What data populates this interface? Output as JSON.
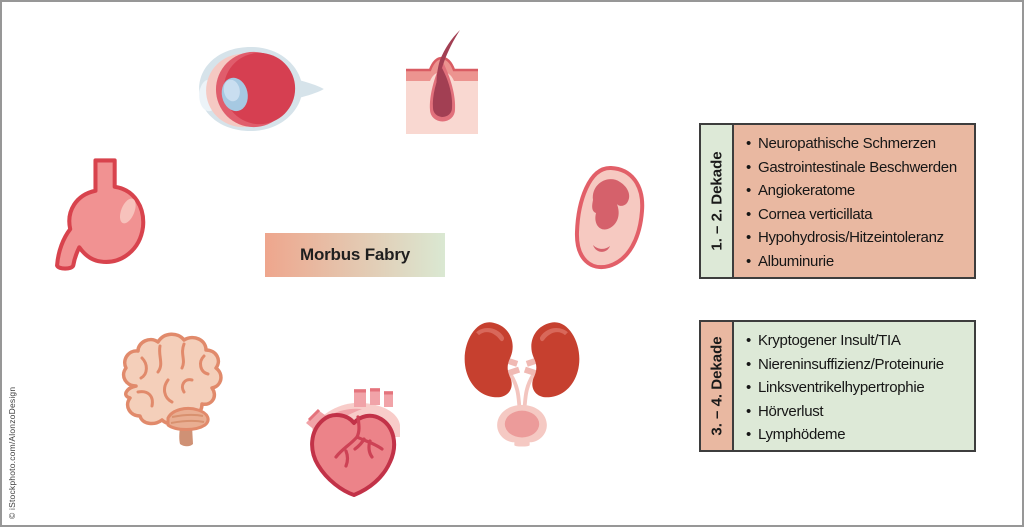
{
  "center_label": "Morbus Fabry",
  "boxes": [
    {
      "decade_label": "1. – 2. Dekade",
      "label_bg": "#dde9d7",
      "content_bg": "#e9b8a1",
      "items": [
        "Neuropathische Schmerzen",
        "Gastrointestinale Beschwerden",
        "Angiokeratome",
        "Cornea verticillata",
        "Hypohydrosis/Hitzeintoleranz",
        "Albuminurie"
      ]
    },
    {
      "decade_label": "3. – 4. Dekade",
      "label_bg": "#e9b8a1",
      "content_bg": "#dde9d7",
      "items": [
        "Kryptogener Insult/TIA",
        "Niereninsuffizienz/Proteinurie",
        "Linksventrikelhypertrophie",
        "Hörverlust",
        "Lymphödeme"
      ]
    }
  ],
  "icons": [
    "eye-icon",
    "hair-follicle-icon",
    "ear-icon",
    "stomach-icon",
    "brain-icon",
    "heart-icon",
    "kidneys-icon"
  ],
  "colors": {
    "gradient_left": "#eea68d",
    "gradient_right": "#dae8d2",
    "box_border": "#3d3d3d",
    "page_border": "#979797",
    "salmon": "#e9b8a1",
    "light_green": "#dde9d7"
  },
  "credit": "© iStockphoto.com/AlonzoDesign"
}
